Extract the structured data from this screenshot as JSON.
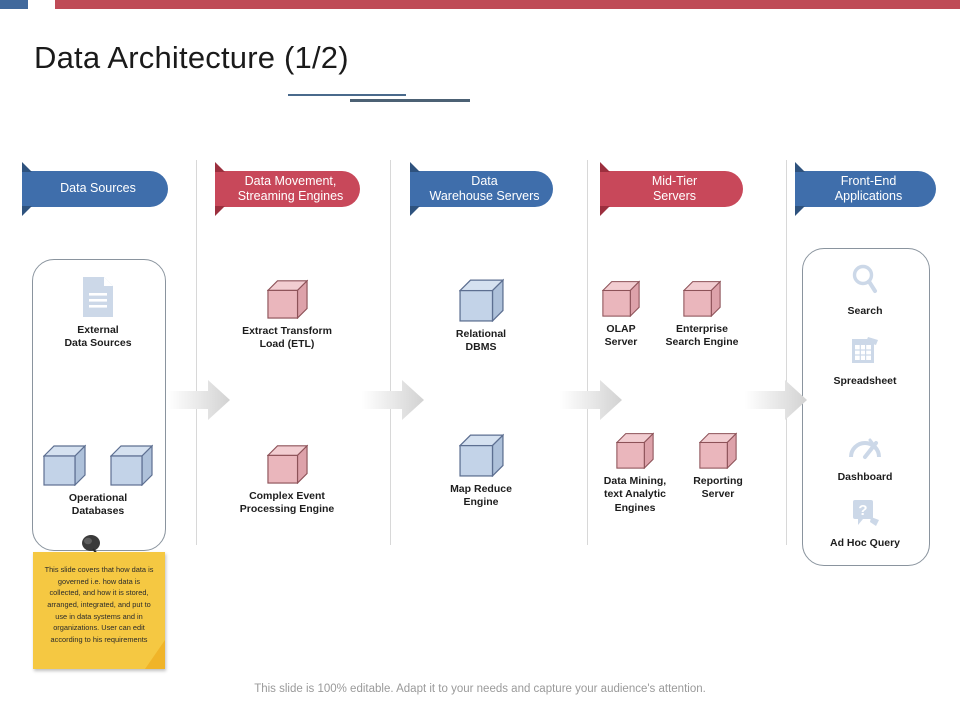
{
  "decor": {
    "bar_blue_color": "#41699c",
    "bar_red_color": "#bf4b57"
  },
  "header": {
    "title": "Data Architecture (1/2)"
  },
  "banners": [
    {
      "label": "Data Sources",
      "color": "#3f6eab",
      "style": "blue"
    },
    {
      "label": "Data Movement,\nStreaming Engines",
      "color": "#c8485a",
      "style": "red"
    },
    {
      "label": "Data\nWarehouse Servers",
      "color": "#3f6eab",
      "style": "blue"
    },
    {
      "label": "Mid-Tier\nServers",
      "color": "#c8485a",
      "style": "red"
    },
    {
      "label": "Front-End\nApplications",
      "color": "#3f6eab",
      "style": "blue"
    }
  ],
  "columns": {
    "data_sources": {
      "items": [
        {
          "label": "External\nData Sources",
          "icon": "document-icon"
        },
        {
          "label": "Operational\nDatabases",
          "icon": "cube-pair-icon"
        }
      ]
    },
    "data_movement": {
      "items": [
        {
          "label": "Extract Transform\nLoad (ETL)",
          "icon": "cube-icon-red"
        },
        {
          "label": "Complex Event\nProcessing Engine",
          "icon": "cube-icon-red"
        }
      ]
    },
    "warehouse_servers": {
      "items": [
        {
          "label": "Relational\nDBMS",
          "icon": "cube-icon-blue"
        },
        {
          "label": "Map Reduce\nEngine",
          "icon": "cube-icon-blue"
        }
      ]
    },
    "mid_tier": {
      "items": [
        {
          "label": "OLAP\nServer",
          "icon": "cube-icon-red"
        },
        {
          "label": "Enterprise\nSearch Engine",
          "icon": "cube-icon-red"
        },
        {
          "label": "Data Mining,\ntext Analytic\nEngines",
          "icon": "cube-icon-red"
        },
        {
          "label": "Reporting\nServer",
          "icon": "cube-icon-red"
        }
      ]
    },
    "front_end": {
      "items": [
        {
          "label": "Search",
          "icon": "search-icon"
        },
        {
          "label": "Spreadsheet",
          "icon": "spreadsheet-icon"
        },
        {
          "label": "Dashboard",
          "icon": "dashboard-gauge-icon"
        },
        {
          "label": "Ad Hoc Query",
          "icon": "question-bubble-icon"
        }
      ]
    }
  },
  "sticky_note": {
    "text": "This slide covers that how data is governed i.e. how data is collected, and how it is stored, arranged, integrated, and put to use in data systems and in organizations.  User can edit according to his requirements",
    "color": "#f5c842"
  },
  "footer": {
    "text": "This slide is 100% editable. Adapt it to your needs and capture your audience's attention."
  },
  "palette": {
    "cube_blue_front": "#c3d3e8",
    "cube_blue_top": "#d5e1f0",
    "cube_blue_side": "#aec1da",
    "cube_blue_stroke": "#5d6f91",
    "cube_red_front": "#eab6bc",
    "cube_red_top": "#f2cdd1",
    "cube_red_side": "#dda2aa",
    "cube_red_stroke": "#8d5258",
    "icon_blue": "#ccd8e8",
    "arrow_gray": "#d7d7d7"
  }
}
